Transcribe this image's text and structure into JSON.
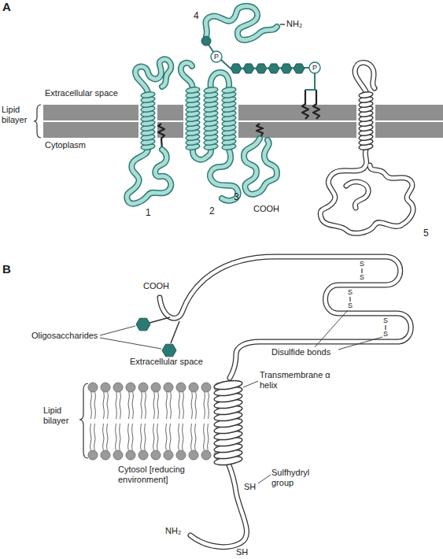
{
  "diagram": {
    "labels": [
      "A",
      "Extracellular space",
      "Lipid bilayer",
      "Cytoplasm",
      "4",
      "NH₂",
      "P",
      "P",
      "1",
      "2",
      "3",
      "COOH",
      "5",
      "B",
      "COOH",
      "Oligosaccharides",
      "Disulfide bonds",
      "S",
      "S",
      "S",
      "S",
      "S",
      "S",
      "Extracellular space",
      "Transmembrane α helix",
      "Lipid bilayer",
      "Cytosol [reducing environment]",
      "Sulfhydryl group",
      "SH",
      "NH₂",
      "SH"
    ]
  }
}
